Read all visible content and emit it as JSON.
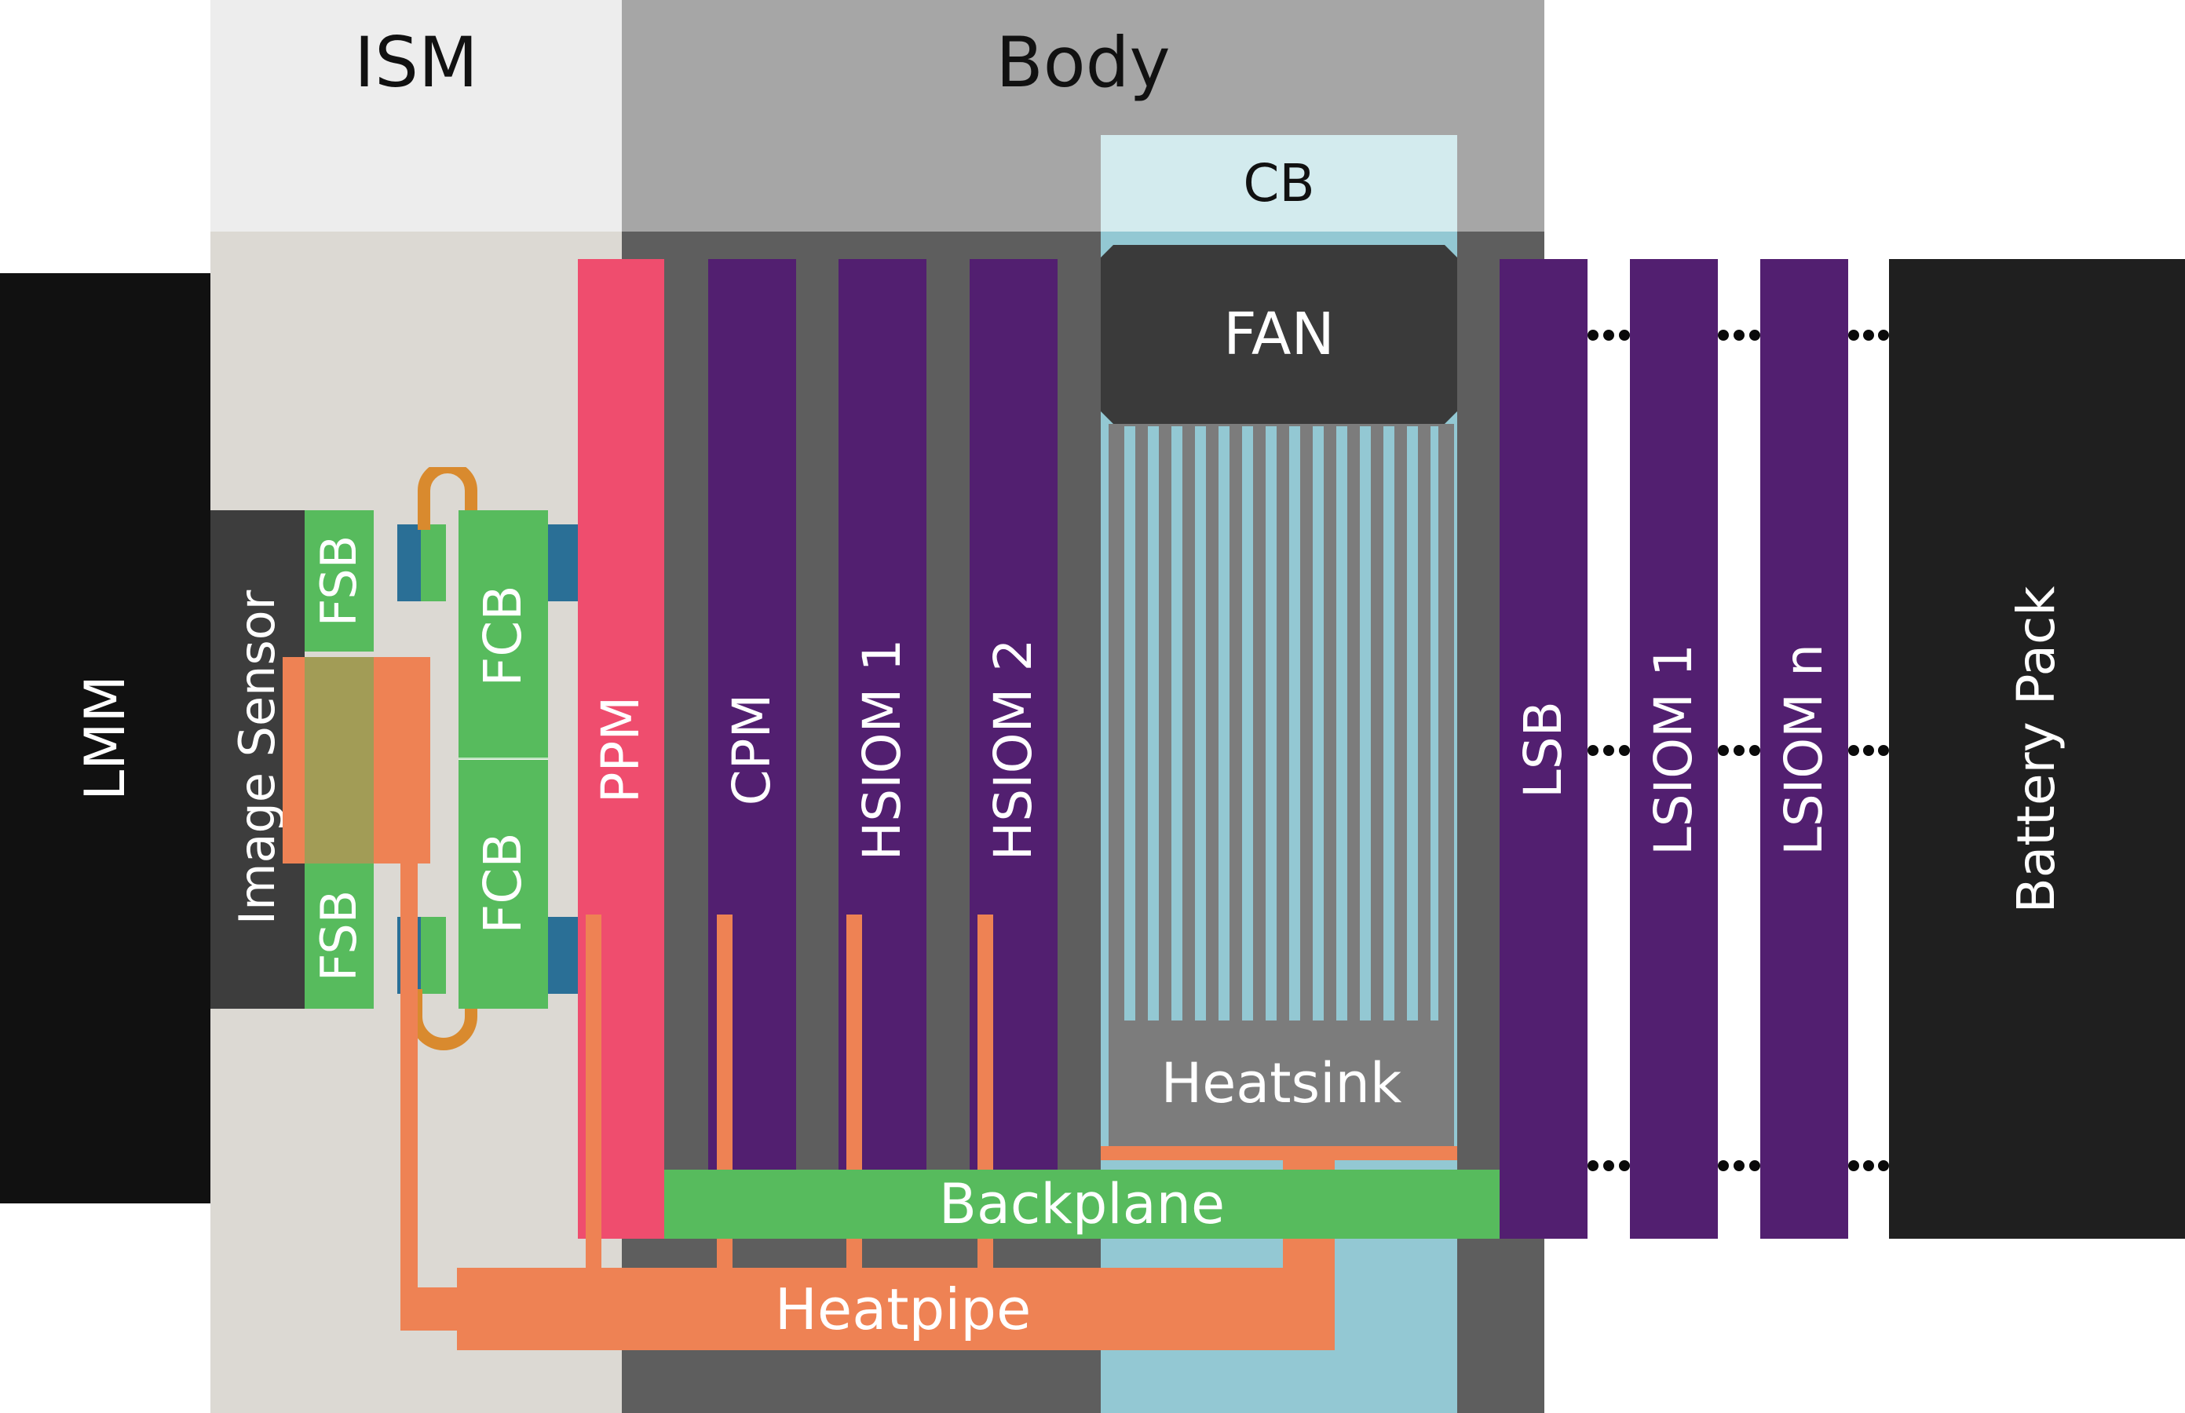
{
  "labels": {
    "ism": "ISM",
    "body": "Body",
    "cb": "CB",
    "lmm": "LMM",
    "image_sensor": "Image Sensor",
    "fsb_top": "FSB",
    "fsb_bottom": "FSB",
    "fcb_top": "FCB",
    "fcb_bottom": "FCB",
    "ppm": "PPM",
    "cpm": "CPM",
    "hsiom1": "HSIOM 1",
    "hsiom2": "HSIOM 2",
    "fan": "FAN",
    "heatsink": "Heatsink",
    "lsb": "LSB",
    "lsiom1": "LSIOM 1",
    "lsiomn": "LSIOM n",
    "battery_pack": "Battery Pack",
    "backplane": "Backplane",
    "heatpipe": "Heatpipe"
  },
  "colors": {
    "ism_header": "#ededed",
    "ism_body": "#dcd9d3",
    "body_header": "#a6a6a6",
    "body_dark": "#5e5e5e",
    "cb_light": "#d3ebee",
    "cb_mid": "#93c8d3",
    "black_block": "#111111",
    "image_sensor": "#3d3d3d",
    "green": "#57bb5d",
    "blue_connector": "#2a6f96",
    "ppm_red": "#ef4d6e",
    "purple": "#521f70",
    "fan": "#3a3a3a",
    "heatsink": "#7c7c7c",
    "orange": "#ee8254",
    "flex_cable": "#d98a2e",
    "sensor_overlap": "#a29c56"
  }
}
